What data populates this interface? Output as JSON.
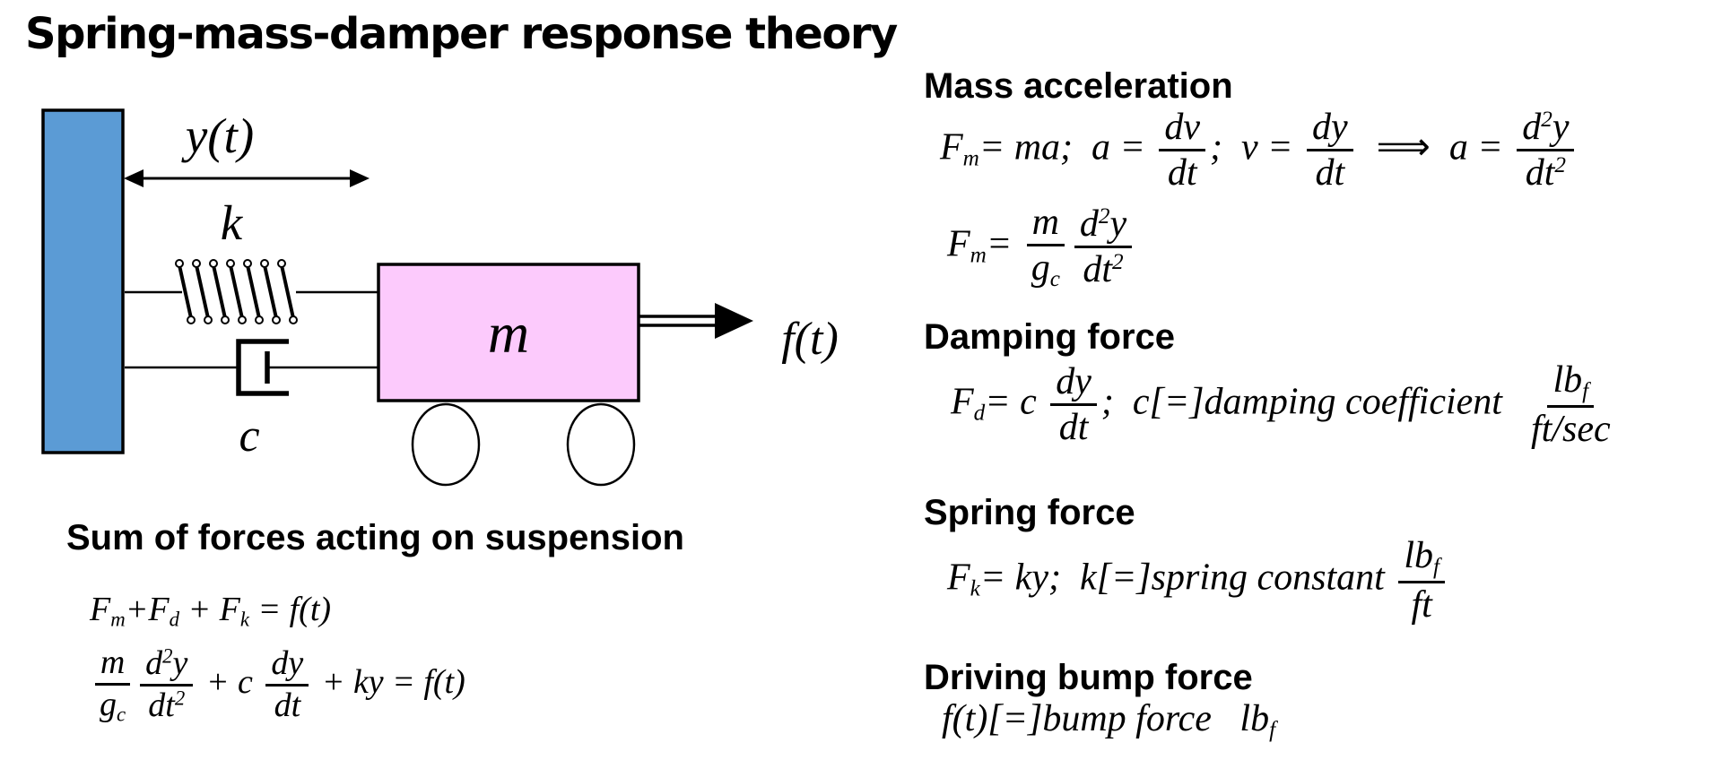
{
  "title": "Spring-mass-damper response theory",
  "diagram": {
    "labels": {
      "displacement": "y(t)",
      "spring": "k",
      "damper": "c",
      "mass": "m",
      "force": "f(t)"
    },
    "colors": {
      "wall": "#5B9BD5",
      "mass": "#FCCAFC"
    }
  },
  "sum_of_forces": {
    "heading": "Sum of forces acting on suspension",
    "eq1": [
      {
        "v": "F"
      },
      {
        "sub": "m"
      },
      {
        "v": "+"
      },
      {
        "v": "F"
      },
      {
        "sub": "d"
      },
      {
        "v": " + "
      },
      {
        "v": "F"
      },
      {
        "sub": "k"
      },
      {
        "v": " = f(t)"
      }
    ],
    "eq2": [
      {
        "frac": {
          "n": [
            {
              "v": "m"
            }
          ],
          "d": [
            {
              "v": "g"
            },
            {
              "sub": "c"
            }
          ]
        }
      },
      {
        "frac": {
          "n": [
            {
              "v": "d"
            },
            {
              "sup": "2"
            },
            {
              "v": "y"
            }
          ],
          "d": [
            {
              "v": "dt"
            },
            {
              "sup": "2"
            }
          ]
        }
      },
      {
        "v": " + c "
      },
      {
        "frac": {
          "n": [
            {
              "v": "dy"
            }
          ],
          "d": [
            {
              "v": "dt"
            }
          ]
        }
      },
      {
        "v": " + ky = f(t)"
      }
    ]
  },
  "mass_acceleration": {
    "heading": "Mass acceleration",
    "eq1": [
      {
        "v": "F"
      },
      {
        "sub": "m"
      },
      {
        "v": "= ma;  a = "
      },
      {
        "frac": {
          "n": [
            {
              "v": "dv"
            }
          ],
          "d": [
            {
              "v": "dt"
            }
          ]
        }
      },
      {
        "v": ";  v = "
      },
      {
        "frac": {
          "n": [
            {
              "v": "dy"
            }
          ],
          "d": [
            {
              "v": "dt"
            }
          ]
        }
      },
      {
        "v": "  "
      },
      {
        "v": "⟹",
        "up": true
      },
      {
        "v": "  a = "
      },
      {
        "frac": {
          "n": [
            {
              "v": "d"
            },
            {
              "sup": "2"
            },
            {
              "v": "y"
            }
          ],
          "d": [
            {
              "v": "dt"
            },
            {
              "sup": "2"
            }
          ]
        }
      }
    ],
    "eq2": [
      {
        "v": "F"
      },
      {
        "sub": "m"
      },
      {
        "v": "= "
      },
      {
        "frac": {
          "n": [
            {
              "v": "m"
            }
          ],
          "d": [
            {
              "v": "g"
            },
            {
              "sub": "c"
            }
          ]
        }
      },
      {
        "frac": {
          "n": [
            {
              "v": "d"
            },
            {
              "sup": "2"
            },
            {
              "v": "y"
            }
          ],
          "d": [
            {
              "v": "dt"
            },
            {
              "sup": "2"
            }
          ]
        }
      }
    ]
  },
  "damping_force": {
    "heading": "Damping force",
    "eq": [
      {
        "v": "F"
      },
      {
        "sub": "d"
      },
      {
        "v": "= c "
      },
      {
        "frac": {
          "n": [
            {
              "v": "dy"
            }
          ],
          "d": [
            {
              "v": "dt"
            }
          ]
        }
      },
      {
        "v": ";  c[=]damping coefficient  "
      },
      {
        "frac": {
          "n": [
            {
              "v": "lb"
            },
            {
              "sub": "f"
            }
          ],
          "d": [
            {
              "v": "ft/sec"
            }
          ]
        }
      }
    ]
  },
  "spring_force": {
    "heading": "Spring force",
    "eq": [
      {
        "v": "F"
      },
      {
        "sub": "k"
      },
      {
        "v": "= ky;  k[=]spring constant "
      },
      {
        "frac": {
          "n": [
            {
              "v": "lb"
            },
            {
              "sub": "f"
            }
          ],
          "d": [
            {
              "v": "ft"
            }
          ]
        }
      }
    ]
  },
  "driving_bump_force": {
    "heading": "Driving bump force",
    "eq": [
      {
        "v": "f(t)[=]bump force   lb"
      },
      {
        "sub": "f"
      }
    ]
  }
}
